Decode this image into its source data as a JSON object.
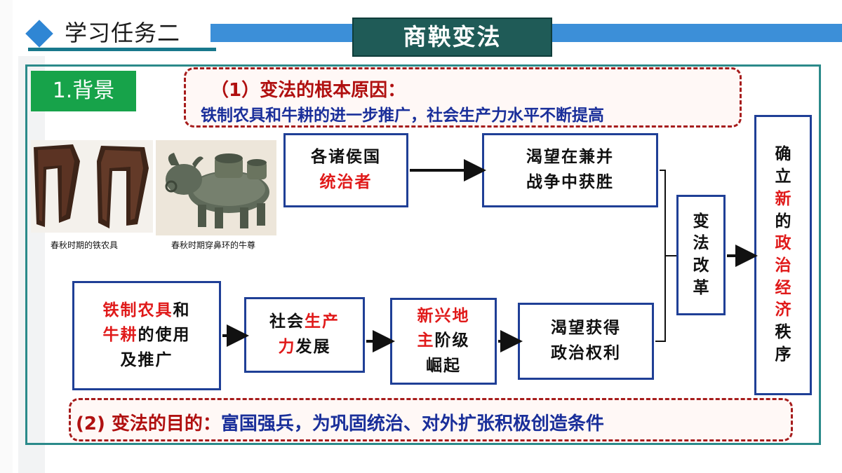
{
  "header": {
    "title": "学习任务二",
    "main_title": "商鞅变法"
  },
  "section": {
    "tag": "1.背景"
  },
  "cause": {
    "title": "（1）变法的根本原因：",
    "body": "铁制农具和牛耕的进一步推广，社会生产力水平不断提高"
  },
  "images": [
    {
      "caption": "春秋时期的铁农具"
    },
    {
      "caption": "春秋时期穿鼻环的牛尊"
    }
  ],
  "flow": {
    "lords_line1": "各诸侯国",
    "lords_line2": "统治者",
    "war_line1": "渴望在兼并",
    "war_line2": "战争中获胜",
    "iron_red1": "铁制农具",
    "iron_black1": "和",
    "iron_red2": "牛耕",
    "iron_black2": "的使用",
    "iron_line3": "及推广",
    "prod_black1": "社会",
    "prod_red1": "生产",
    "prod_red2": "力",
    "prod_black2": "发展",
    "landlord_red1": "新兴地",
    "landlord_red2": "主",
    "landlord_black": "阶级",
    "landlord_line3": "崛起",
    "rights_line1": "渴望获得",
    "rights_line2": "政治权利",
    "reform_chars": [
      "变",
      "法",
      "改",
      "革"
    ],
    "result_chars": [
      {
        "c": "确",
        "red": false
      },
      {
        "c": "立",
        "red": false
      },
      {
        "c": "新",
        "red": true
      },
      {
        "c": "的",
        "red": false
      },
      {
        "c": "政",
        "red": true
      },
      {
        "c": "治",
        "red": true
      },
      {
        "c": "经",
        "red": true
      },
      {
        "c": "济",
        "red": true
      },
      {
        "c": "秩",
        "red": false
      },
      {
        "c": "序",
        "red": false
      }
    ]
  },
  "purpose": {
    "label": "(2) 变法的目的：",
    "body": "富国强兵，为巩固统治、对外扩张积极创造条件"
  },
  "colors": {
    "accent_blue": "#3c8fd8",
    "frame_teal": "#2b8a8a",
    "box_blue": "#1f3f96",
    "highlight_red": "#e01a1a",
    "tag_green": "#17a34a"
  }
}
